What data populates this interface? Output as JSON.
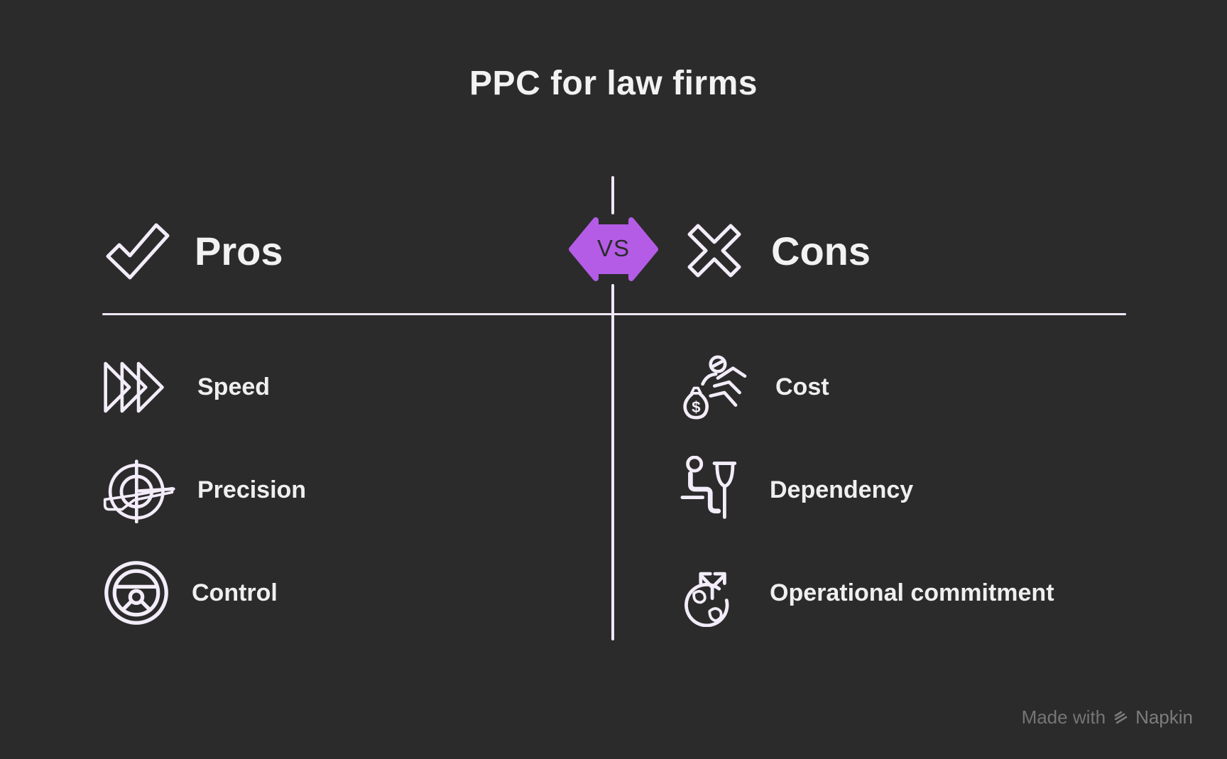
{
  "title": "PPC for law firms",
  "colors": {
    "background": "#2b2b2b",
    "accent_purple": "#b45ce6",
    "divider_line": "#f0e7f7",
    "icon_stroke": "#f3ecf9",
    "text": "#f0f0f0",
    "vs_text": "#2b2b2b",
    "watermark": "#757575"
  },
  "vs_badge": {
    "label": "VS",
    "icon": "vs-double-arrow-badge"
  },
  "pros": {
    "header": "Pros",
    "header_icon": "check-icon",
    "items": [
      {
        "icon": "fast-forward-icon",
        "label": "Speed"
      },
      {
        "icon": "target-rifle-icon",
        "label": "Precision"
      },
      {
        "icon": "steering-wheel-icon",
        "label": "Control"
      }
    ]
  },
  "cons": {
    "header": "Cons",
    "header_icon": "x-icon",
    "items": [
      {
        "icon": "money-bag-runner-icon",
        "label": "Cost"
      },
      {
        "icon": "person-crutch-icon",
        "label": "Dependency"
      },
      {
        "icon": "globe-arrows-icon",
        "label": "Operational commitment"
      }
    ]
  },
  "watermark": {
    "prefix": "Made with",
    "brand": "Napkin",
    "icon": "napkin-logo-icon"
  }
}
